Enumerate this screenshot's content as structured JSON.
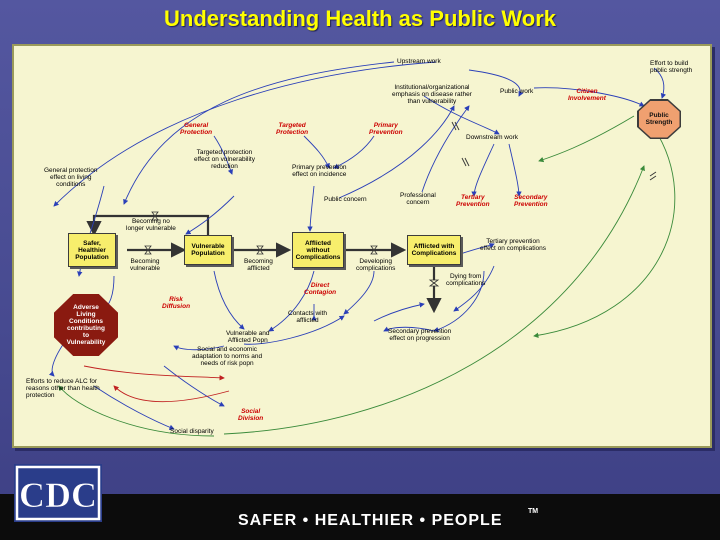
{
  "slide": {
    "title": "Understanding Health as Public Work"
  },
  "colors": {
    "background": "#4a4c93",
    "title": "#ffff00",
    "diagram_bg": "#f6f5d0",
    "stock_box": "#f7ee6c",
    "public_strength": "#f0a070",
    "adverse_conditions": "#8a1a10",
    "policy_text": "#cc0000",
    "arrow_blue": "#2a3fb8",
    "arrow_green": "#3a8a3a",
    "arrow_red": "#c02020"
  },
  "stocks": {
    "safer": "Safer,\nHealthier\nPopulation",
    "vulnerable": "Vulnerable\nPopulation",
    "afflicted_without": "Afflicted\nwithout\nComplications",
    "afflicted_with": "Afflicted with\nComplications"
  },
  "nodes": {
    "public_strength": "Public\nStrength",
    "adverse_conditions": "Adverse\nLiving\nConditions\ncontributing\nto\nVulnerability"
  },
  "policies": {
    "general_protection": "General\nProtection",
    "targeted_protection": "Targeted\nProtection",
    "primary_prevention": "Primary\nPrevention",
    "citizen_involvement": "Citizen\nInvolvement",
    "tertiary_prevention": "Tertiary\nPrevention",
    "secondary_prevention": "Secondary\nPrevention",
    "risk_diffusion": "Risk\nDiffusion",
    "direct_contagion": "Direct\nContagion",
    "social_division": "Social\nDivision"
  },
  "labels": {
    "upstream_work": "Upstream work",
    "effort_build": "Effort to build\npublic strength",
    "institutional": "Institutional/organizational\nemphasis on disease rather\nthan vulnerability",
    "public_work": "Public work",
    "downstream_work": "Downstream work",
    "targeted_effect": "Targeted protection\neffect on vulnerability\nreduction",
    "primary_effect": "Primary prevention\neffect on incidence",
    "general_effect": "General protection\neffect on living\nconditions",
    "public_concern": "Public concern",
    "professional_concern": "Professional\nconcern",
    "becoming_no_longer": "Becoming no\nlonger vulnerable",
    "becoming_vulnerable": "Becoming\nvulnerable",
    "becoming_afflicted": "Becoming\nafflicted",
    "developing_complications": "Developing\ncomplications",
    "tertiary_effect": "Tertiary prevention\neffect on complications",
    "dying": "Dying from\ncomplications",
    "contacts": "Contacts with\nafflicted",
    "vulnerable_afflicted": "Vulnerable and\nAfflicted Popn",
    "social_adaptation": "Social and economic\nadaptation to norms and\nneeds of risk popn",
    "secondary_effect": "Secondary prevention\neffect on progression",
    "efforts_reduce": "Efforts to reduce ALC for\nreasons other than health\nprotection",
    "social_disparity": "Social disparity"
  },
  "footer": {
    "logo_text": "CDC",
    "tagline": "SAFER • HEALTHIER • PEOPLE",
    "trademark": "TM"
  }
}
